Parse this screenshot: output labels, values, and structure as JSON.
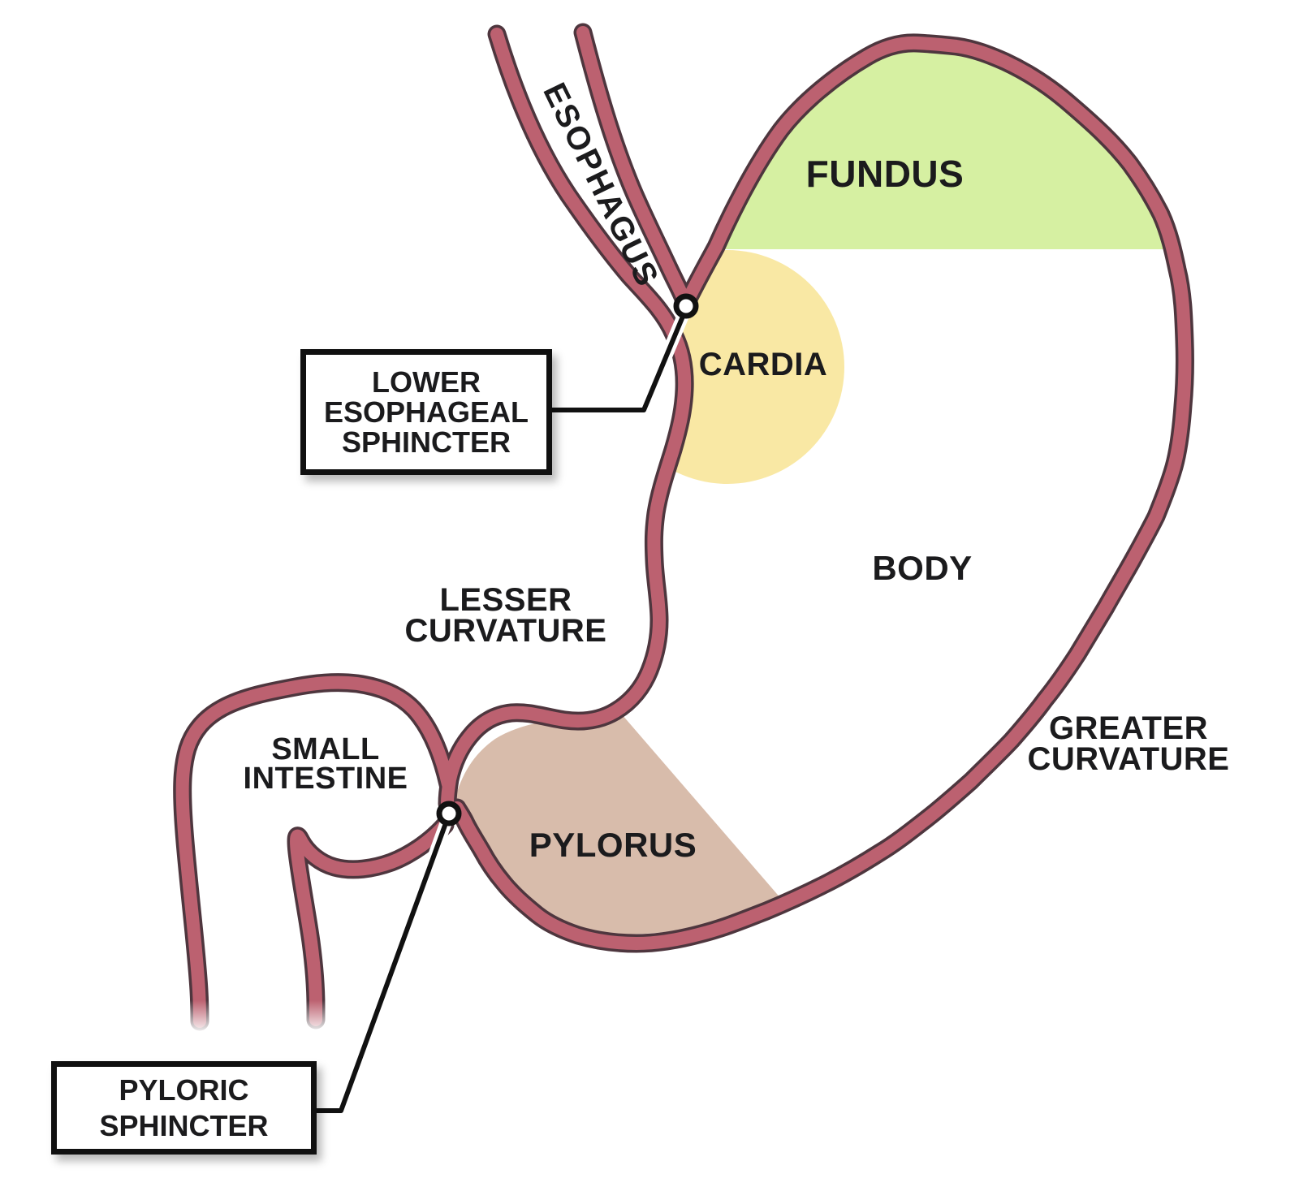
{
  "figure": {
    "title": "Stomach anatomy diagram",
    "type": "labeled anatomical illustration"
  },
  "labels": {
    "esophagus": "ESOPHAGUS",
    "fundus": "FUNDUS",
    "cardia": "CARDIA",
    "body": "BODY",
    "lesser_curvature": "LESSER\nCURVATURE",
    "greater_curvature": "GREATER\nCURVATURE",
    "small_intestine": "SMALL\nINTESTINE",
    "pylorus": "PYLORUS"
  },
  "callouts": {
    "lower_esophageal_sphincter": "LOWER\nESOPHAGEAL\nSPHINCTER",
    "pyloric_sphincter": "PYLORIC\nSPHINCTER"
  },
  "colors": {
    "stomach_wall": "#bc6170",
    "wall_outline": "#4e363e",
    "fundus_region": "#d6f0a2",
    "cardia_region": "#f9e8a4",
    "pylorus_region": "#d8bcab",
    "text": "#1b1b1d",
    "callout_line": "#111111",
    "background": "#ffffff"
  }
}
